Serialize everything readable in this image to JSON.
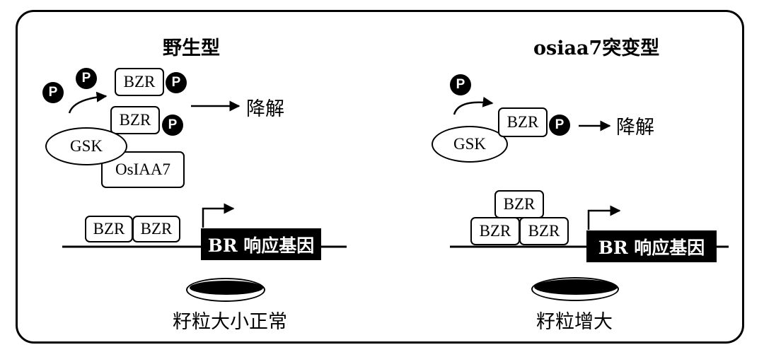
{
  "left_panel": {
    "title": "野生型",
    "phospho": "P",
    "bzr": "BZR",
    "gsk": "GSK",
    "osiaa7": "OsIAA7",
    "degradation": "降解",
    "gene": "BR 响应基因",
    "seed_label": "籽粒大小正常"
  },
  "right_panel": {
    "title": "osiaa7突变型",
    "phospho": "P",
    "bzr": "BZR",
    "gsk": "GSK",
    "degradation": "降解",
    "gene": "BR 响应基因",
    "seed_label": "籽粒增大"
  },
  "colors": {
    "line": "#000000",
    "fill": "#ffffff",
    "gene_fill": "#000000"
  }
}
